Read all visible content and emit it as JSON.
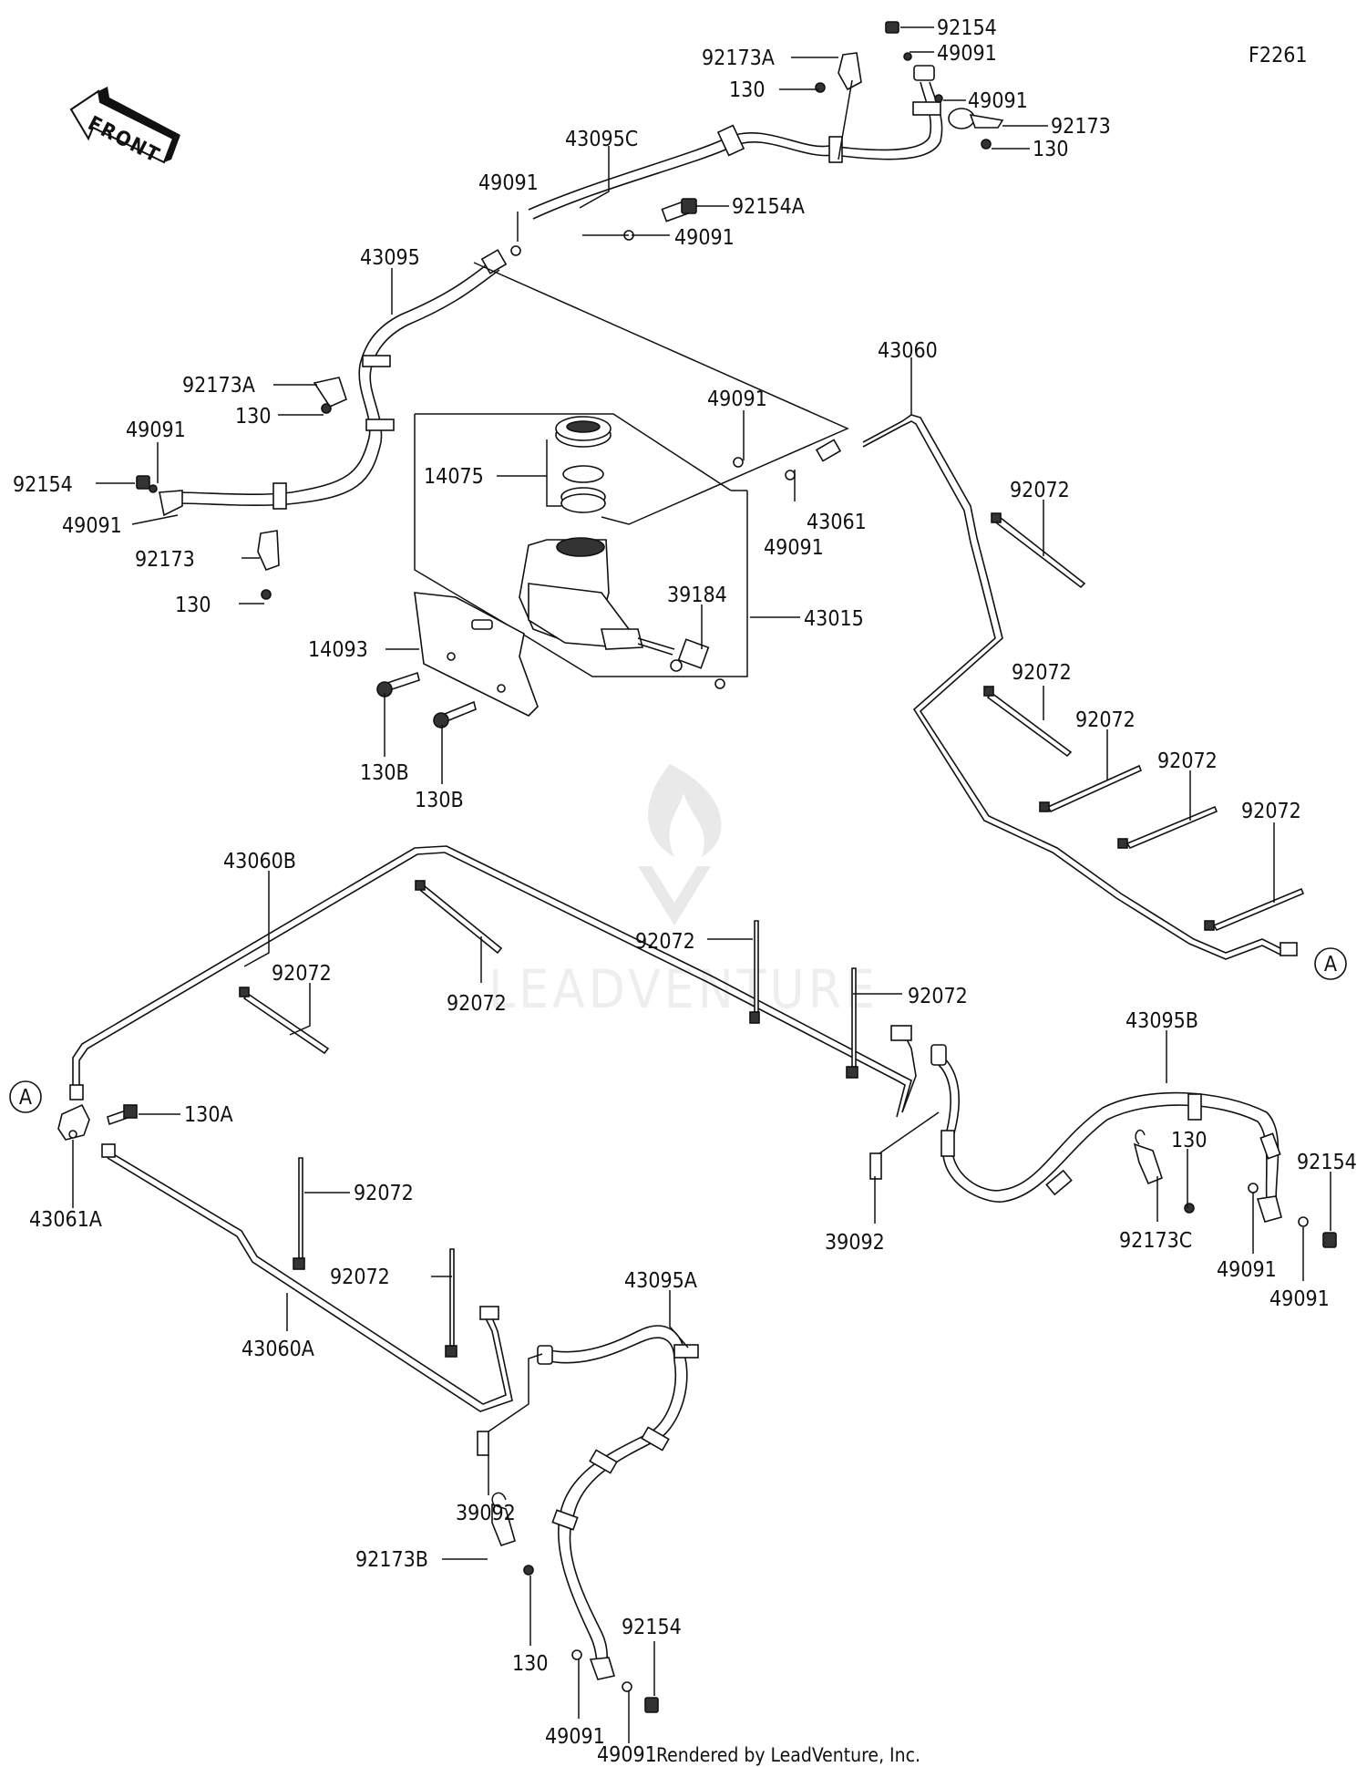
{
  "figure_code": "F2261",
  "front_label": "FRONT",
  "credit": "Rendered by LeadVenture, Inc.",
  "watermark_text": "LEADVENTURE",
  "connector_letter": "A",
  "labels": {
    "l92154_top": "92154",
    "l92173a_top": "92173A",
    "l49091_top1": "49091",
    "l130_top": "130",
    "l49091_top2": "49091",
    "l92173_top": "92173",
    "l130_top2": "130",
    "l43095c": "43095C",
    "l49091_mid": "49091",
    "l92154a": "92154A",
    "l49091_mid2": "49091",
    "l43095": "43095",
    "l92173a_left": "92173A",
    "l130_left": "130",
    "l49091_left": "49091",
    "l92154_left": "92154",
    "l49091_left2": "49091",
    "l92173_left": "92173",
    "l130_left2": "130",
    "l14075": "14075",
    "l49091_mc": "49091",
    "l49091_mc2": "49091",
    "l43061": "43061",
    "l43060": "43060",
    "l39184": "39184",
    "l43015": "43015",
    "l14093": "14093",
    "l130b_1": "130B",
    "l130b_2": "130B",
    "l92072_r1": "92072",
    "l92072_r2": "92072",
    "l92072_r3": "92072",
    "l92072_r4": "92072",
    "l92072_r5": "92072",
    "l43060b": "43060B",
    "l92072_m1": "92072",
    "l92072_m2": "92072",
    "l92072_m3": "92072",
    "l92072_m4": "92072",
    "l43095b": "43095B",
    "l130a": "130A",
    "l43061a": "43061A",
    "l92072_l1": "92072",
    "l92072_l2": "92072",
    "l43060a": "43060A",
    "l39092_r": "39092",
    "l130_r": "130",
    "l92154_r": "92154",
    "l92173c": "92173C",
    "l49091_r1": "49091",
    "l49091_r2": "49091",
    "l43095a": "43095A",
    "l39092_b": "39092",
    "l92173b": "92173B",
    "l130_b": "130",
    "l92154_b": "92154",
    "l49091_b1": "49091",
    "l49091_b2": "49091"
  }
}
